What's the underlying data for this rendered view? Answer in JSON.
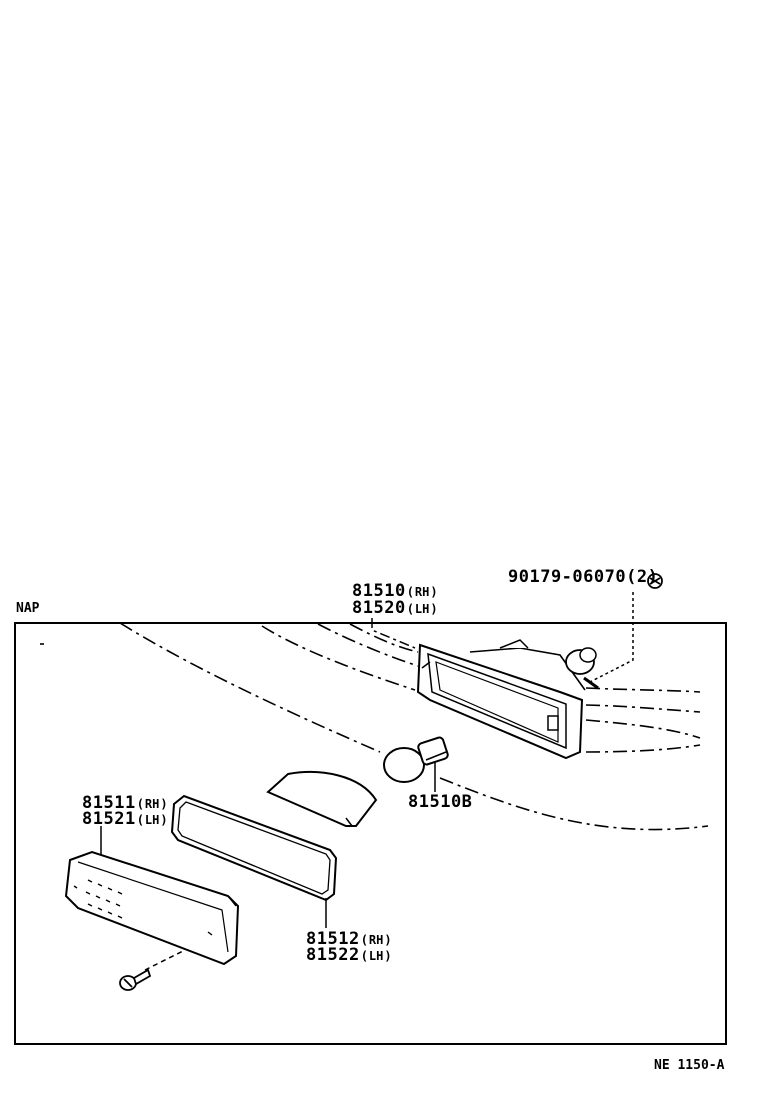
{
  "section_label": "NAP",
  "figure_code": "NE 1150-A",
  "colors": {
    "ink": "#000000",
    "paper": "#ffffff"
  },
  "parts": {
    "housing": {
      "rh": "81510",
      "rh_side": "RH",
      "lh": "81520",
      "lh_side": "LH"
    },
    "screw_top": {
      "number": "90179-06070",
      "qty": "(2)"
    },
    "bulb": {
      "number": "81510B"
    },
    "lens": {
      "rh": "81511",
      "rh_side": "RH",
      "lh": "81521",
      "lh_side": "LH"
    },
    "gasket": {
      "rh": "81512",
      "rh_side": "RH",
      "lh": "81522",
      "lh_side": "LH"
    }
  }
}
